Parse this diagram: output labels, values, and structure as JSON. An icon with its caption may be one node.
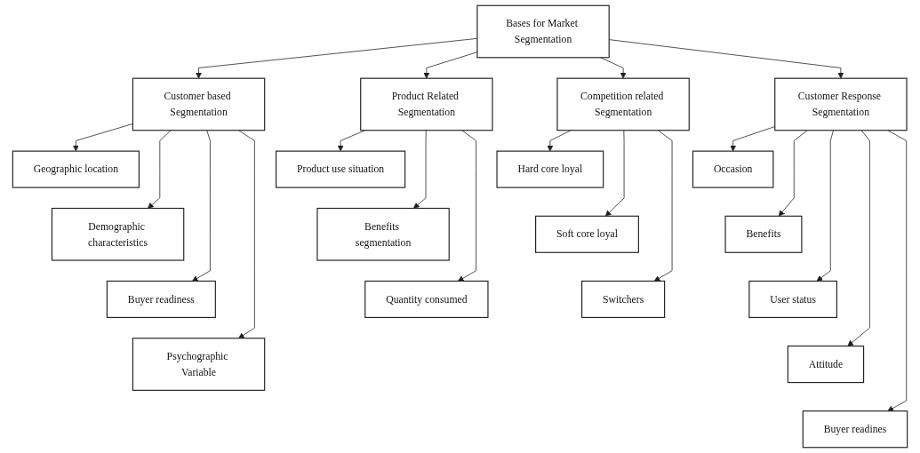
{
  "diagram": {
    "nodes": [
      {
        "text": [
          "Bases for Market Segmentation"
        ]
      },
      {
        "text": [
          "Customer based Segmentation"
        ]
      },
      {
        "text": [
          "Product Related Segmentation"
        ]
      },
      {
        "text": [
          "Competition related Segmentation"
        ]
      },
      {
        "text": [
          "Customer Response Segmentation"
        ]
      },
      {
        "text": [
          "Geographic location"
        ]
      },
      {
        "text": [
          "Demographic characteristics"
        ]
      },
      {
        "text": [
          "Buyer readiness"
        ]
      },
      {
        "text": [
          "Psychographic Variable"
        ]
      },
      {
        "text": [
          "Product use situation"
        ]
      },
      {
        "text": [
          "Benefits segmentation"
        ]
      },
      {
        "text": [
          "Quantity consumed"
        ]
      },
      {
        "text": [
          "Hard core loyal"
        ]
      },
      {
        "text": [
          "Soft core loyal"
        ]
      },
      {
        "text": [
          "Switchers"
        ]
      },
      {
        "text": [
          "Occasion"
        ]
      },
      {
        "text": [
          "Benefits"
        ]
      },
      {
        "text": [
          "User status"
        ]
      },
      {
        "text": [
          "Attitude"
        ]
      },
      {
        "text": [
          "Buyer readines"
        ]
      }
    ],
    "edges": [
      {
        "from": 0,
        "to": 1,
        "arrow": "to"
      },
      {
        "from": 0,
        "to": 2,
        "arrow": "to"
      },
      {
        "from": 0,
        "to": 3,
        "arrow": "to"
      },
      {
        "from": 0,
        "to": 4,
        "arrow": "to"
      },
      {
        "from": 1,
        "to": 5,
        "arrow": "to"
      },
      {
        "from": 1,
        "to": 6,
        "arrow": "to"
      },
      {
        "from": 1,
        "to": 7,
        "arrow": "to"
      },
      {
        "from": 1,
        "to": 8,
        "arrow": "to"
      },
      {
        "from": 2,
        "to": 9,
        "arrow": "to"
      },
      {
        "from": 2,
        "to": 10,
        "arrow": "to"
      },
      {
        "from": 2,
        "to": 11,
        "arrow": "to"
      },
      {
        "from": 3,
        "to": 12,
        "arrow": "to"
      },
      {
        "from": 3,
        "to": 13,
        "arrow": "to"
      },
      {
        "from": 3,
        "to": 14,
        "arrow": "to"
      },
      {
        "from": 4,
        "to": 15,
        "arrow": "to"
      },
      {
        "from": 4,
        "to": 16,
        "arrow": "to"
      },
      {
        "from": 4,
        "to": 17,
        "arrow": "to"
      },
      {
        "from": 4,
        "to": 18,
        "arrow": "to"
      },
      {
        "from": 4,
        "to": 19,
        "arrow": "to"
      }
    ]
  }
}
